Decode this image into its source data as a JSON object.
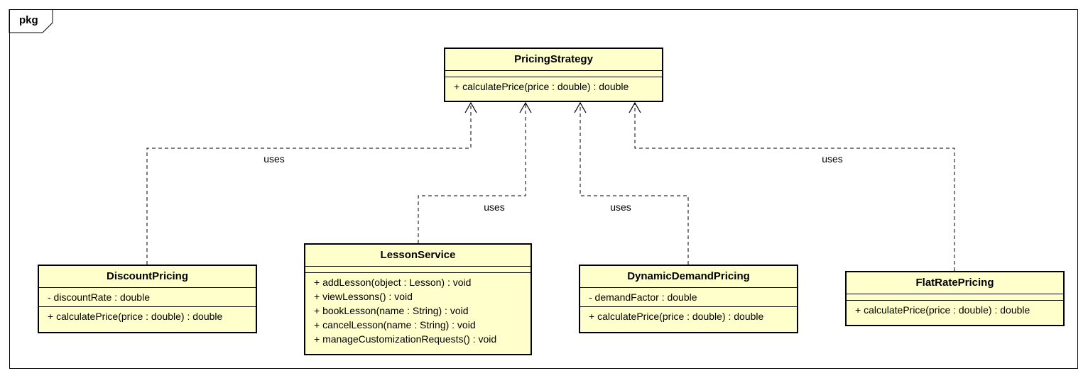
{
  "package": {
    "label": "pkg"
  },
  "classes": {
    "pricing_strategy": {
      "name": "PricingStrategy",
      "attributes": [],
      "operations": [
        "+ calculatePrice(price : double) : double"
      ]
    },
    "discount_pricing": {
      "name": "DiscountPricing",
      "attributes": [
        "- discountRate : double"
      ],
      "operations": [
        "+ calculatePrice(price : double) : double"
      ]
    },
    "lesson_service": {
      "name": "LessonService",
      "attributes": [],
      "operations": [
        "+ addLesson(object : Lesson) : void",
        "+ viewLessons() : void",
        "+ bookLesson(name : String) : void",
        "+ cancelLesson(name : String) : void",
        "+ manageCustomizationRequests() : void"
      ]
    },
    "dynamic_demand_pricing": {
      "name": "DynamicDemandPricing",
      "attributes": [
        "- demandFactor : double"
      ],
      "operations": [
        "+ calculatePrice(price : double) : double"
      ]
    },
    "flat_rate_pricing": {
      "name": "FlatRatePricing",
      "attributes": [],
      "operations": [
        "+ calculatePrice(price : double) : double"
      ]
    }
  },
  "relationships": [
    {
      "from": "DiscountPricing",
      "to": "PricingStrategy",
      "type": "dependency",
      "label": "uses"
    },
    {
      "from": "LessonService",
      "to": "PricingStrategy",
      "type": "dependency",
      "label": "uses"
    },
    {
      "from": "DynamicDemandPricing",
      "to": "PricingStrategy",
      "type": "dependency",
      "label": "uses"
    },
    {
      "from": "FlatRatePricing",
      "to": "PricingStrategy",
      "type": "dependency",
      "label": "uses"
    }
  ]
}
